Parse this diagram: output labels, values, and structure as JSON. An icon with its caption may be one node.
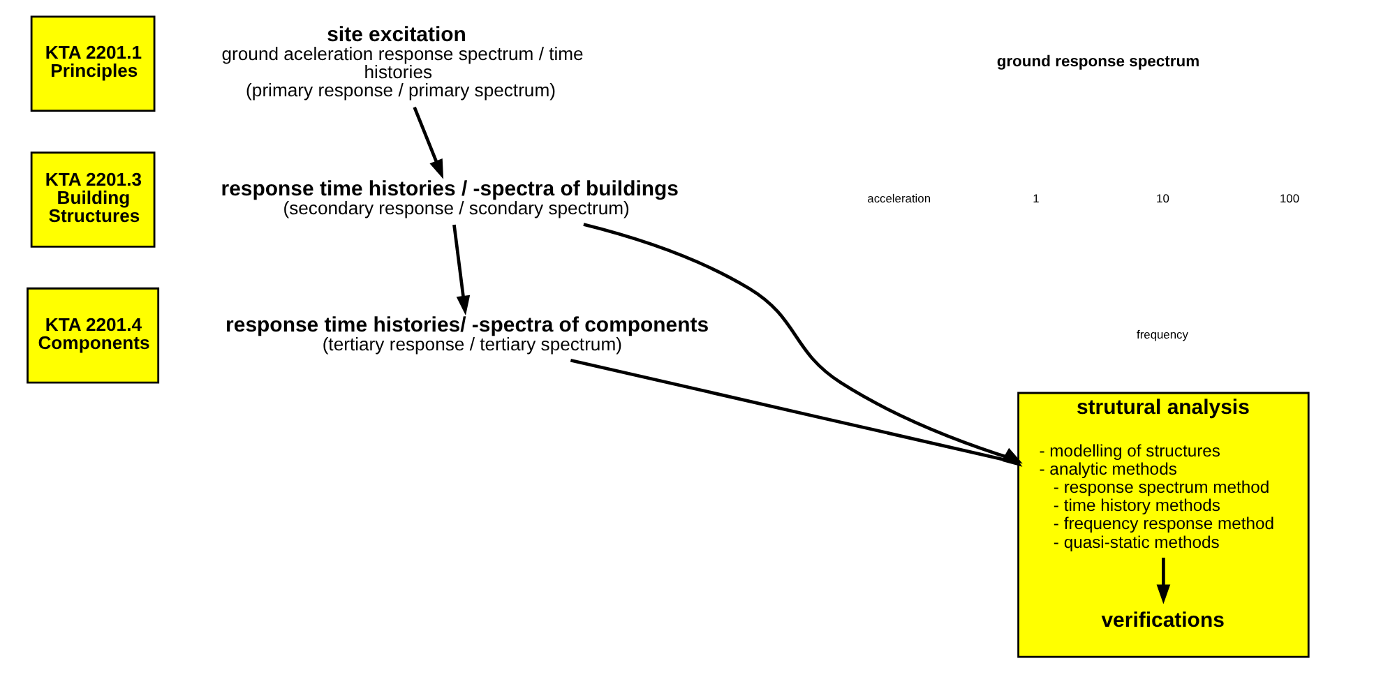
{
  "diagram": {
    "nodes": [
      {
        "text": [
          "KTA 2201.1",
          "Principles"
        ]
      },
      {
        "text": [
          "site excitation",
          "ground aceleration response spectrum / time histories",
          "(primary response / primary spectrum)"
        ]
      },
      {
        "text": [
          "KTA 2201.3",
          "Building Structures"
        ]
      },
      {
        "text": [
          "response time histories / -spectra of buildings",
          "(secondary response / scondary spectrum)"
        ]
      },
      {
        "text": [
          "KTA 2201.4",
          "Components"
        ]
      },
      {
        "text": [
          "response time histories/ -spectra of components",
          "(tertiary response / tertiary spectrum)"
        ]
      },
      {
        "text": [
          "strutural analysis"
        ]
      },
      {
        "text": [
          "- modelling of structures",
          "- analytic methods",
          "- response spectrum method",
          "- time history methods",
          "- frequency response method",
          "- quasi-static methods"
        ],
        "in": 6
      },
      {
        "text": [
          "verifications"
        ],
        "in": 6
      }
    ],
    "edges": [
      {
        "from": 1,
        "to": 3,
        "arrow": "to"
      },
      {
        "from": 3,
        "to": 5,
        "arrow": "to"
      },
      {
        "from": 3,
        "to": 6,
        "arrow": "to"
      },
      {
        "from": 5,
        "to": 6,
        "arrow": "to"
      },
      {
        "from": 7,
        "to": 8,
        "arrow": "to"
      }
    ],
    "labels": [
      "ground response spectrum",
      "acceleration",
      "1",
      "10",
      "100",
      "frequency"
    ]
  }
}
